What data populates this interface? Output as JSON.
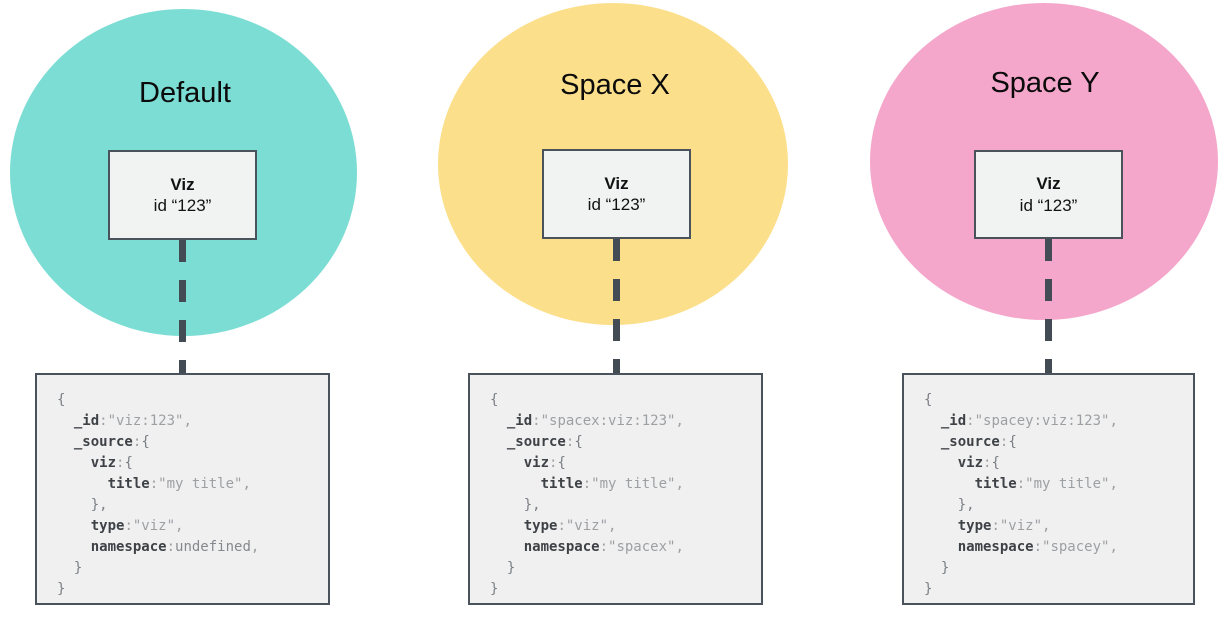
{
  "palette": {
    "teal": "#7CDDD4",
    "yellow": "#FBDF8B",
    "pink": "#F5A6CB",
    "slate": "#4A525C"
  },
  "groups": [
    {
      "label": "Default",
      "color": "#7CDDD4",
      "viz_box": {
        "title": "Viz",
        "id": "id “123”"
      },
      "code": [
        [
          [
            "b",
            "{"
          ]
        ],
        [
          [
            "w",
            "  "
          ],
          [
            "k",
            "_id"
          ],
          [
            "p",
            ":"
          ],
          [
            "s",
            "\"viz:123\""
          ],
          [
            "p",
            ","
          ]
        ],
        [
          [
            "w",
            "  "
          ],
          [
            "k",
            "_source"
          ],
          [
            "p",
            ":"
          ],
          [
            "b",
            "{"
          ]
        ],
        [
          [
            "w",
            "    "
          ],
          [
            "k",
            "viz"
          ],
          [
            "p",
            ":"
          ],
          [
            "b",
            "{"
          ]
        ],
        [
          [
            "w",
            "      "
          ],
          [
            "k",
            "title"
          ],
          [
            "p",
            ":"
          ],
          [
            "s",
            "\"my title\""
          ],
          [
            "p",
            ","
          ]
        ],
        [
          [
            "w",
            "    "
          ],
          [
            "b",
            "},"
          ]
        ],
        [
          [
            "w",
            "    "
          ],
          [
            "k",
            "type"
          ],
          [
            "p",
            ":"
          ],
          [
            "s",
            "\"viz\""
          ],
          [
            "p",
            ","
          ]
        ],
        [
          [
            "w",
            "    "
          ],
          [
            "k",
            "namespace"
          ],
          [
            "p",
            ":"
          ],
          [
            "u",
            "undefined"
          ],
          [
            "p",
            ","
          ]
        ],
        [
          [
            "w",
            "  "
          ],
          [
            "b",
            "}"
          ]
        ],
        [
          [
            "b",
            "}"
          ]
        ]
      ]
    },
    {
      "label": "Space X",
      "color": "#FBDF8B",
      "viz_box": {
        "title": "Viz",
        "id": "id “123”"
      },
      "code": [
        [
          [
            "b",
            "{"
          ]
        ],
        [
          [
            "w",
            "  "
          ],
          [
            "k",
            "_id"
          ],
          [
            "p",
            ":"
          ],
          [
            "s",
            "\"spacex:viz:123\""
          ],
          [
            "p",
            ","
          ]
        ],
        [
          [
            "w",
            "  "
          ],
          [
            "k",
            "_source"
          ],
          [
            "p",
            ":"
          ],
          [
            "b",
            "{"
          ]
        ],
        [
          [
            "w",
            "    "
          ],
          [
            "k",
            "viz"
          ],
          [
            "p",
            ":"
          ],
          [
            "b",
            "{"
          ]
        ],
        [
          [
            "w",
            "      "
          ],
          [
            "k",
            "title"
          ],
          [
            "p",
            ":"
          ],
          [
            "s",
            "\"my title\""
          ],
          [
            "p",
            ","
          ]
        ],
        [
          [
            "w",
            "    "
          ],
          [
            "b",
            "},"
          ]
        ],
        [
          [
            "w",
            "    "
          ],
          [
            "k",
            "type"
          ],
          [
            "p",
            ":"
          ],
          [
            "s",
            "\"viz\""
          ],
          [
            "p",
            ","
          ]
        ],
        [
          [
            "w",
            "    "
          ],
          [
            "k",
            "namespace"
          ],
          [
            "p",
            ":"
          ],
          [
            "s",
            "\"spacex\""
          ],
          [
            "p",
            ","
          ]
        ],
        [
          [
            "w",
            "  "
          ],
          [
            "b",
            "}"
          ]
        ],
        [
          [
            "b",
            "}"
          ]
        ]
      ]
    },
    {
      "label": "Space Y",
      "color": "#F5A6CB",
      "viz_box": {
        "title": "Viz",
        "id": "id “123”"
      },
      "code": [
        [
          [
            "b",
            "{"
          ]
        ],
        [
          [
            "w",
            "  "
          ],
          [
            "k",
            "_id"
          ],
          [
            "p",
            ":"
          ],
          [
            "s",
            "\"spacey:viz:123\""
          ],
          [
            "p",
            ","
          ]
        ],
        [
          [
            "w",
            "  "
          ],
          [
            "k",
            "_source"
          ],
          [
            "p",
            ":"
          ],
          [
            "b",
            "{"
          ]
        ],
        [
          [
            "w",
            "    "
          ],
          [
            "k",
            "viz"
          ],
          [
            "p",
            ":"
          ],
          [
            "b",
            "{"
          ]
        ],
        [
          [
            "w",
            "      "
          ],
          [
            "k",
            "title"
          ],
          [
            "p",
            ":"
          ],
          [
            "s",
            "\"my title\""
          ],
          [
            "p",
            ","
          ]
        ],
        [
          [
            "w",
            "    "
          ],
          [
            "b",
            "},"
          ]
        ],
        [
          [
            "w",
            "    "
          ],
          [
            "k",
            "type"
          ],
          [
            "p",
            ":"
          ],
          [
            "s",
            "\"viz\""
          ],
          [
            "p",
            ","
          ]
        ],
        [
          [
            "w",
            "    "
          ],
          [
            "k",
            "namespace"
          ],
          [
            "p",
            ":"
          ],
          [
            "s",
            "\"spacey\""
          ],
          [
            "p",
            ","
          ]
        ],
        [
          [
            "w",
            "  "
          ],
          [
            "b",
            "}"
          ]
        ],
        [
          [
            "b",
            "}"
          ]
        ]
      ]
    }
  ]
}
